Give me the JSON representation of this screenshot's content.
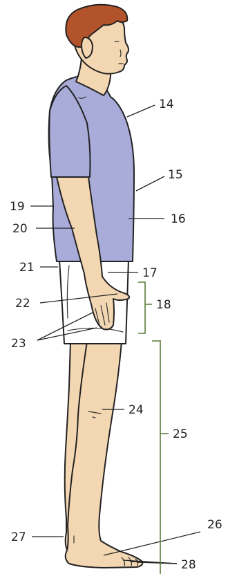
{
  "colors": {
    "skin": "#f3d6b2",
    "shirt": "#a9abd9",
    "shorts": "#ffffff",
    "hair": "#b3532c",
    "bracket": "#5a7a3a",
    "line": "#222222"
  },
  "labels": {
    "l14": "14",
    "l15": "15",
    "l16": "16",
    "l17": "17",
    "l18": "18",
    "l19": "19",
    "l20": "20",
    "l21": "21",
    "l22": "22",
    "l23": "23",
    "l24": "24",
    "l25": "25",
    "l26": "26",
    "l27": "27",
    "l28": "28"
  }
}
